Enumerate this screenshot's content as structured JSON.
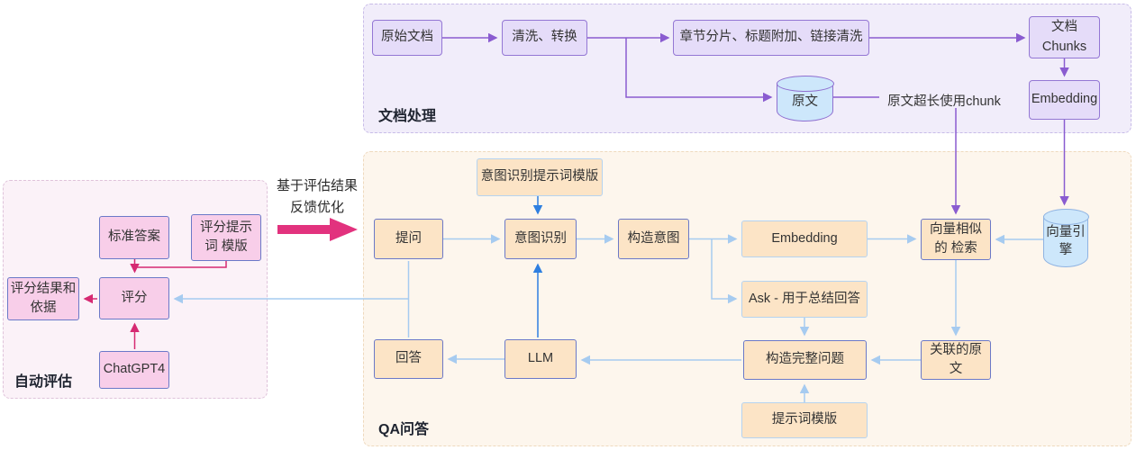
{
  "diagram": {
    "sections": {
      "doc_processing": {
        "label": "文档处理"
      },
      "qa": {
        "label": "QA问答"
      },
      "auto_eval": {
        "label": "自动评估"
      }
    },
    "nodes": {
      "raw_doc": {
        "label": "原始文档"
      },
      "clean_transform": {
        "label": "清洗、转换"
      },
      "chapter_split": {
        "label": "章节分片、标题附加、链接清洗"
      },
      "doc_chunks": {
        "label": "文档 Chunks"
      },
      "doc_embedding": {
        "label": "Embedding"
      },
      "raw_text_db": {
        "label": "原文"
      },
      "chunk_note": {
        "label": "原文超长使用chunk"
      },
      "intent_prompt_tpl": {
        "label": "意图识别提示词模版"
      },
      "question": {
        "label": "提问"
      },
      "intent_recognition": {
        "label": "意图识别"
      },
      "build_intent": {
        "label": "构造意图"
      },
      "qa_embedding": {
        "label": "Embedding"
      },
      "vector_search": {
        "label": "向量相似的 检索"
      },
      "vector_engine_db": {
        "label": "向量引擎"
      },
      "ask_summary": {
        "label": "Ask - 用于总结回答"
      },
      "build_full_question": {
        "label": "构造完整问题"
      },
      "related_text": {
        "label": "关联的原文"
      },
      "prompt_tpl": {
        "label": "提示词模版"
      },
      "answer": {
        "label": "回答"
      },
      "llm": {
        "label": "LLM"
      },
      "standard_answer": {
        "label": "标准答案"
      },
      "score_prompt_tpl": {
        "label": "评分提示词 模版"
      },
      "score_result": {
        "label": "评分结果和 依据"
      },
      "score": {
        "label": "评分"
      },
      "chatgpt4": {
        "label": "ChatGPT4"
      }
    },
    "feedback_arrow": {
      "line1": "基于评估结果",
      "line2": "反馈优化"
    },
    "colors": {
      "doc_section_bg": "#f1edfa",
      "qa_section_bg": "#fdf6ed",
      "eval_section_bg": "#fbf2f8",
      "lavender_box_fill": "#e5dcf9",
      "lavender_box_border": "#9477d4",
      "orange_box_fill": "#fce4c6",
      "orange_box_border_strong": "#6b79c8",
      "orange_box_border_light": "#b5d3f0",
      "pink_box_fill": "#f8cee9",
      "cylinder_fill": "#cde7fb",
      "arrow_purple": "#8a5cd0",
      "arrow_light_blue": "#a6cbf0",
      "arrow_dark_blue": "#2e7fe0",
      "arrow_pink": "#d62a72"
    }
  }
}
